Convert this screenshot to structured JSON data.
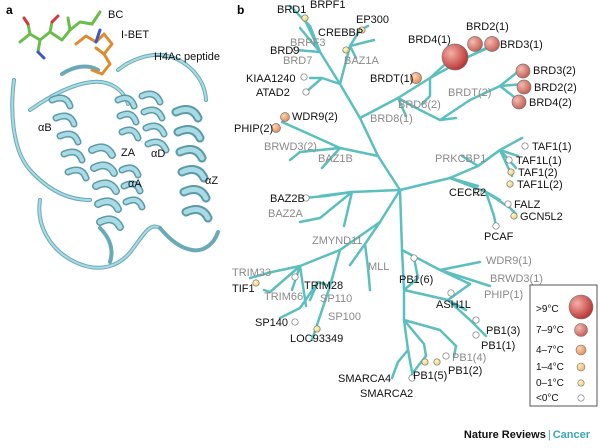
{
  "panels": {
    "a": "a",
    "b": "b"
  },
  "structure_labels": {
    "bc": "BC",
    "ibet": "I-BET",
    "peptide": "H4Ac peptide",
    "ab": "αB",
    "za": "ZA",
    "ad": "αD",
    "aa": "αA",
    "az": "αZ"
  },
  "tree_labels": [
    "BRD1",
    "BRPF1",
    "BRPF3",
    "BRD7",
    "BRD9",
    "CREBBP",
    "EP300",
    "BAZ1A",
    "KIAA1240",
    "ATAD2",
    "BRD4(1)",
    "BRD2(1)",
    "BRD3(1)",
    "BRDT(1)",
    "BRD8(2)",
    "BRD8(1)",
    "BRDT(2)",
    "BRD3(2)",
    "BRD2(2)",
    "BRD4(2)",
    "WDR9(2)",
    "PHIP(2)",
    "BRWD3(2)",
    "BAZ1B",
    "PRKCBP1",
    "TAF1(1)",
    "TAF1L(1)",
    "TAF1(2)",
    "TAF1L(2)",
    "CECR2",
    "FALZ",
    "GCN5L2",
    "PCAF",
    "BAZ2B",
    "BAZ2A",
    "ZMYND11",
    "TRIM33",
    "TIF1",
    "TRIM66",
    "TRIM28",
    "SP110",
    "SP100",
    "SP140",
    "LOC93349",
    "MLL",
    "PB1(6)",
    "WDR9(1)",
    "BRWD3(1)",
    "PHIP(1)",
    "ASH1L",
    "PB1(3)",
    "PB1(1)",
    "PB1(4)",
    "PB1(5)",
    "PB1(2)",
    "SMARCA4",
    "SMARCA2"
  ],
  "legend": {
    "items": [
      ">9°C",
      "7–9°C",
      "4–7°C",
      "1–4°C",
      "0–1°C",
      "<0°C"
    ],
    "colors": [
      "#c93a3a",
      "#d46a5e",
      "#e89a6a",
      "#f0c47a",
      "#f3e07a",
      "#ffffff"
    ]
  },
  "credit": {
    "journal": "Nature Reviews",
    "separator": "|",
    "subject": "Cancer"
  },
  "colors": {
    "tree": "#5cbfbf",
    "ribbon": "#9fd6e0",
    "ribbon_dark": "#6aaab8"
  }
}
